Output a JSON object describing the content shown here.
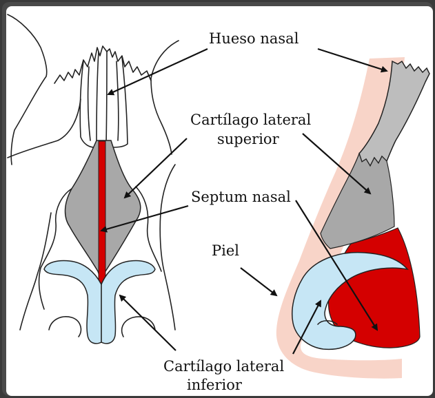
{
  "labels": {
    "nasal_bone": "Hueso nasal",
    "upper_lateral_cartilage_l1": "Cartílago lateral",
    "upper_lateral_cartilage_l2": "superior",
    "nasal_septum": "Septum nasal",
    "skin": "Piel",
    "lower_lateral_cartilage_l1": "Cartílago lateral",
    "lower_lateral_cartilage_l2": "inferior"
  },
  "colors": {
    "bone_cartilage_gray": "#a8a8a8",
    "septum_red": "#d40000",
    "lower_cartilage_blue": "#c6e6f5",
    "skin_pink": "#f8d4c8",
    "frame_dark": "#4a4a4a"
  }
}
